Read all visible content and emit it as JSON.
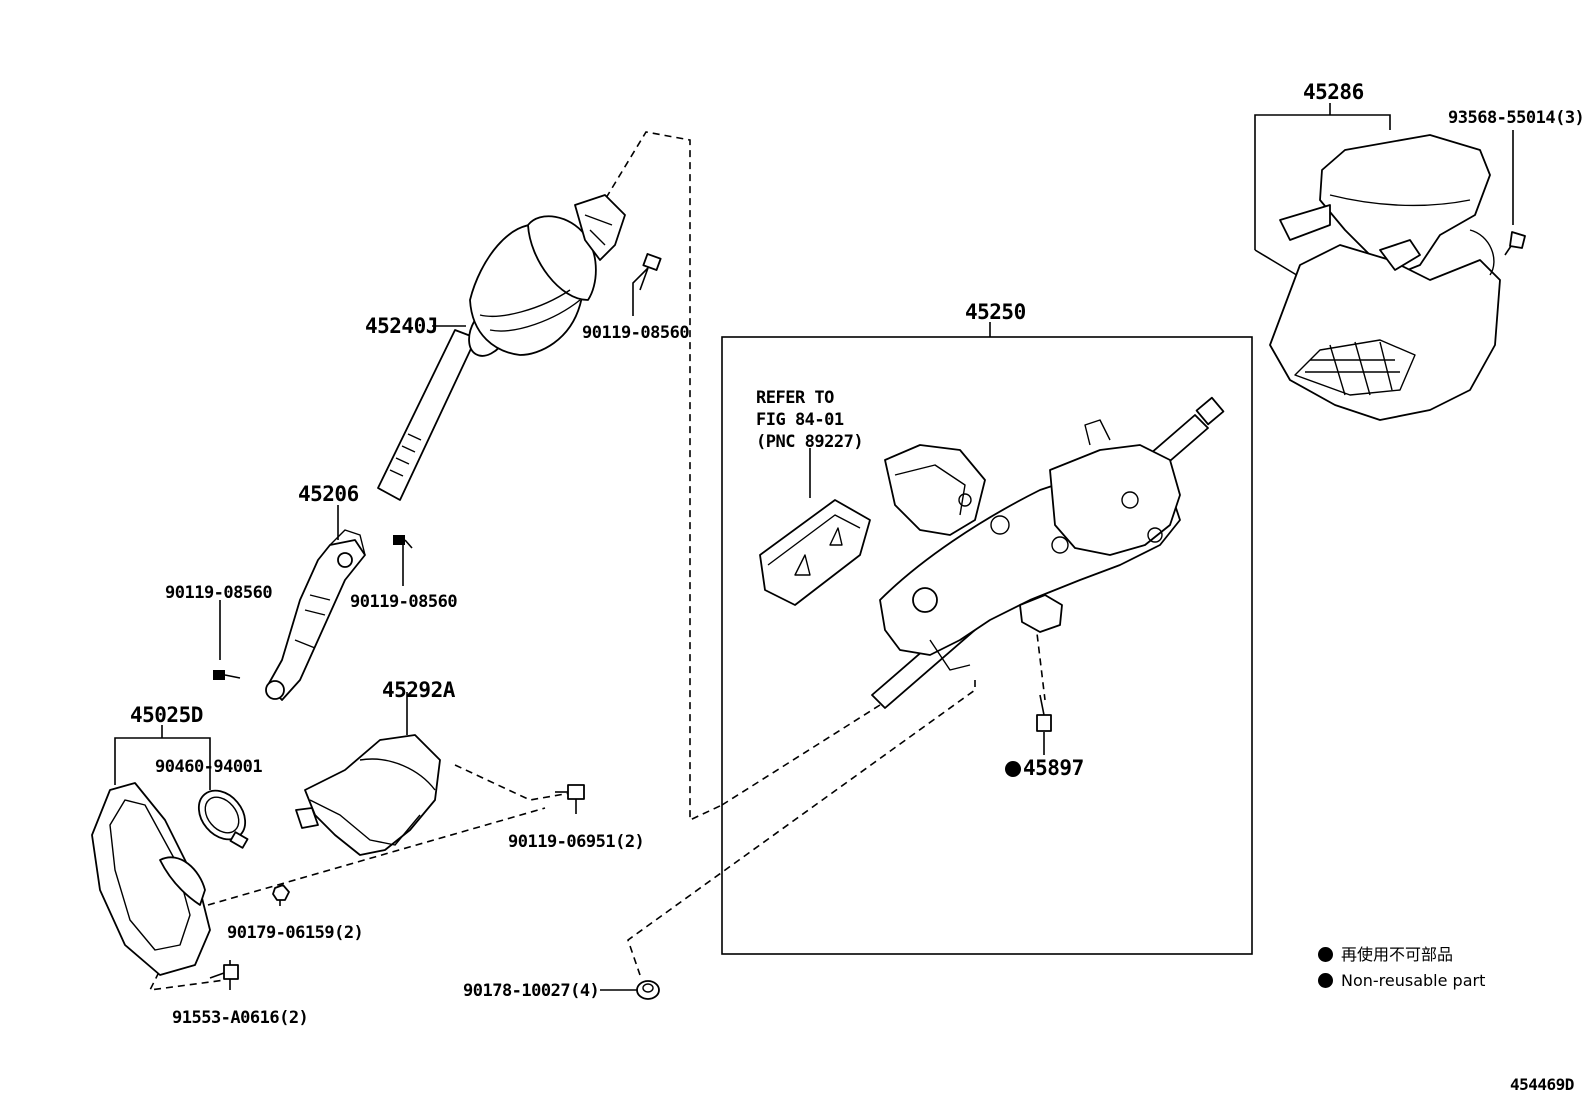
{
  "labels": {
    "p45240J": "45240J",
    "p90119_08560_a": "90119-08560",
    "p45206": "45206",
    "p90119_08560_b": "90119-08560",
    "p90119_08560_c": "90119-08560",
    "p45025D": "45025D",
    "p90460_94001": "90460-94001",
    "p45292A": "45292A",
    "p90119_06951": "90119-06951(2)",
    "p90179_06159": "90179-06159(2)",
    "p91553_A0616": "91553-A0616(2)",
    "p90178_10027": "90178-10027(4)",
    "p45250": "45250",
    "p45897": "45897",
    "p45286": "45286",
    "p93568_55014": "93568-55014(3)"
  },
  "refer": {
    "line1": "REFER TO",
    "line2": "FIG 84-01",
    "line3": "(PNC 89227)"
  },
  "legend": {
    "jp": "再使用不可部品",
    "en": "Non-reusable part"
  },
  "diagram_id": "454469D"
}
